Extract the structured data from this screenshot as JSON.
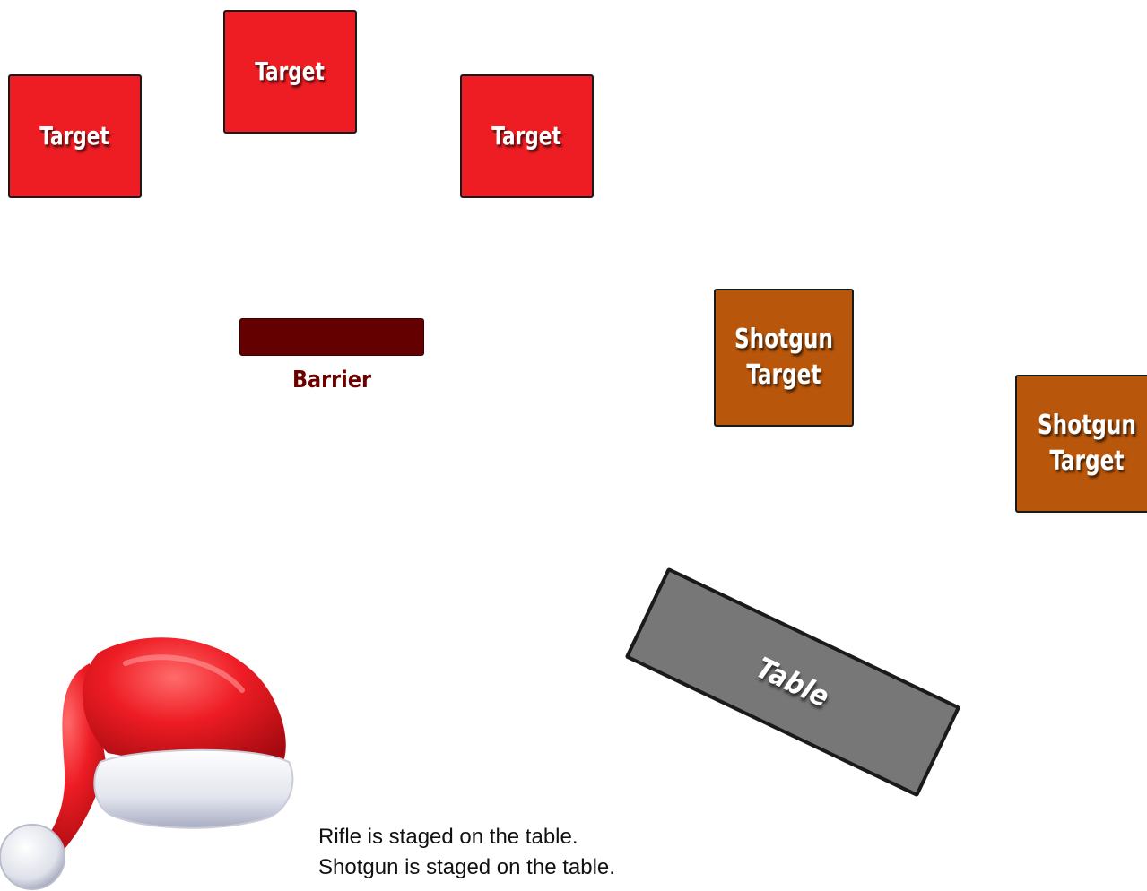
{
  "targets": [
    {
      "label": "Target"
    },
    {
      "label": "Target"
    },
    {
      "label": "Target"
    }
  ],
  "shotgun_targets": [
    {
      "label": "Shotgun\nTarget"
    },
    {
      "label": "Shotgun\nTarget"
    }
  ],
  "barrier": {
    "label": "Barrier"
  },
  "table": {
    "label": "Table"
  },
  "notes": [
    "Rifle is staged on the table.",
    "Shotgun is staged on the table."
  ],
  "colors": {
    "target": "#ee1d23",
    "shotgun_target": "#b8560b",
    "barrier": "#650000",
    "table": "#777777"
  },
  "decoration": {
    "icon": "santa-hat-icon"
  }
}
